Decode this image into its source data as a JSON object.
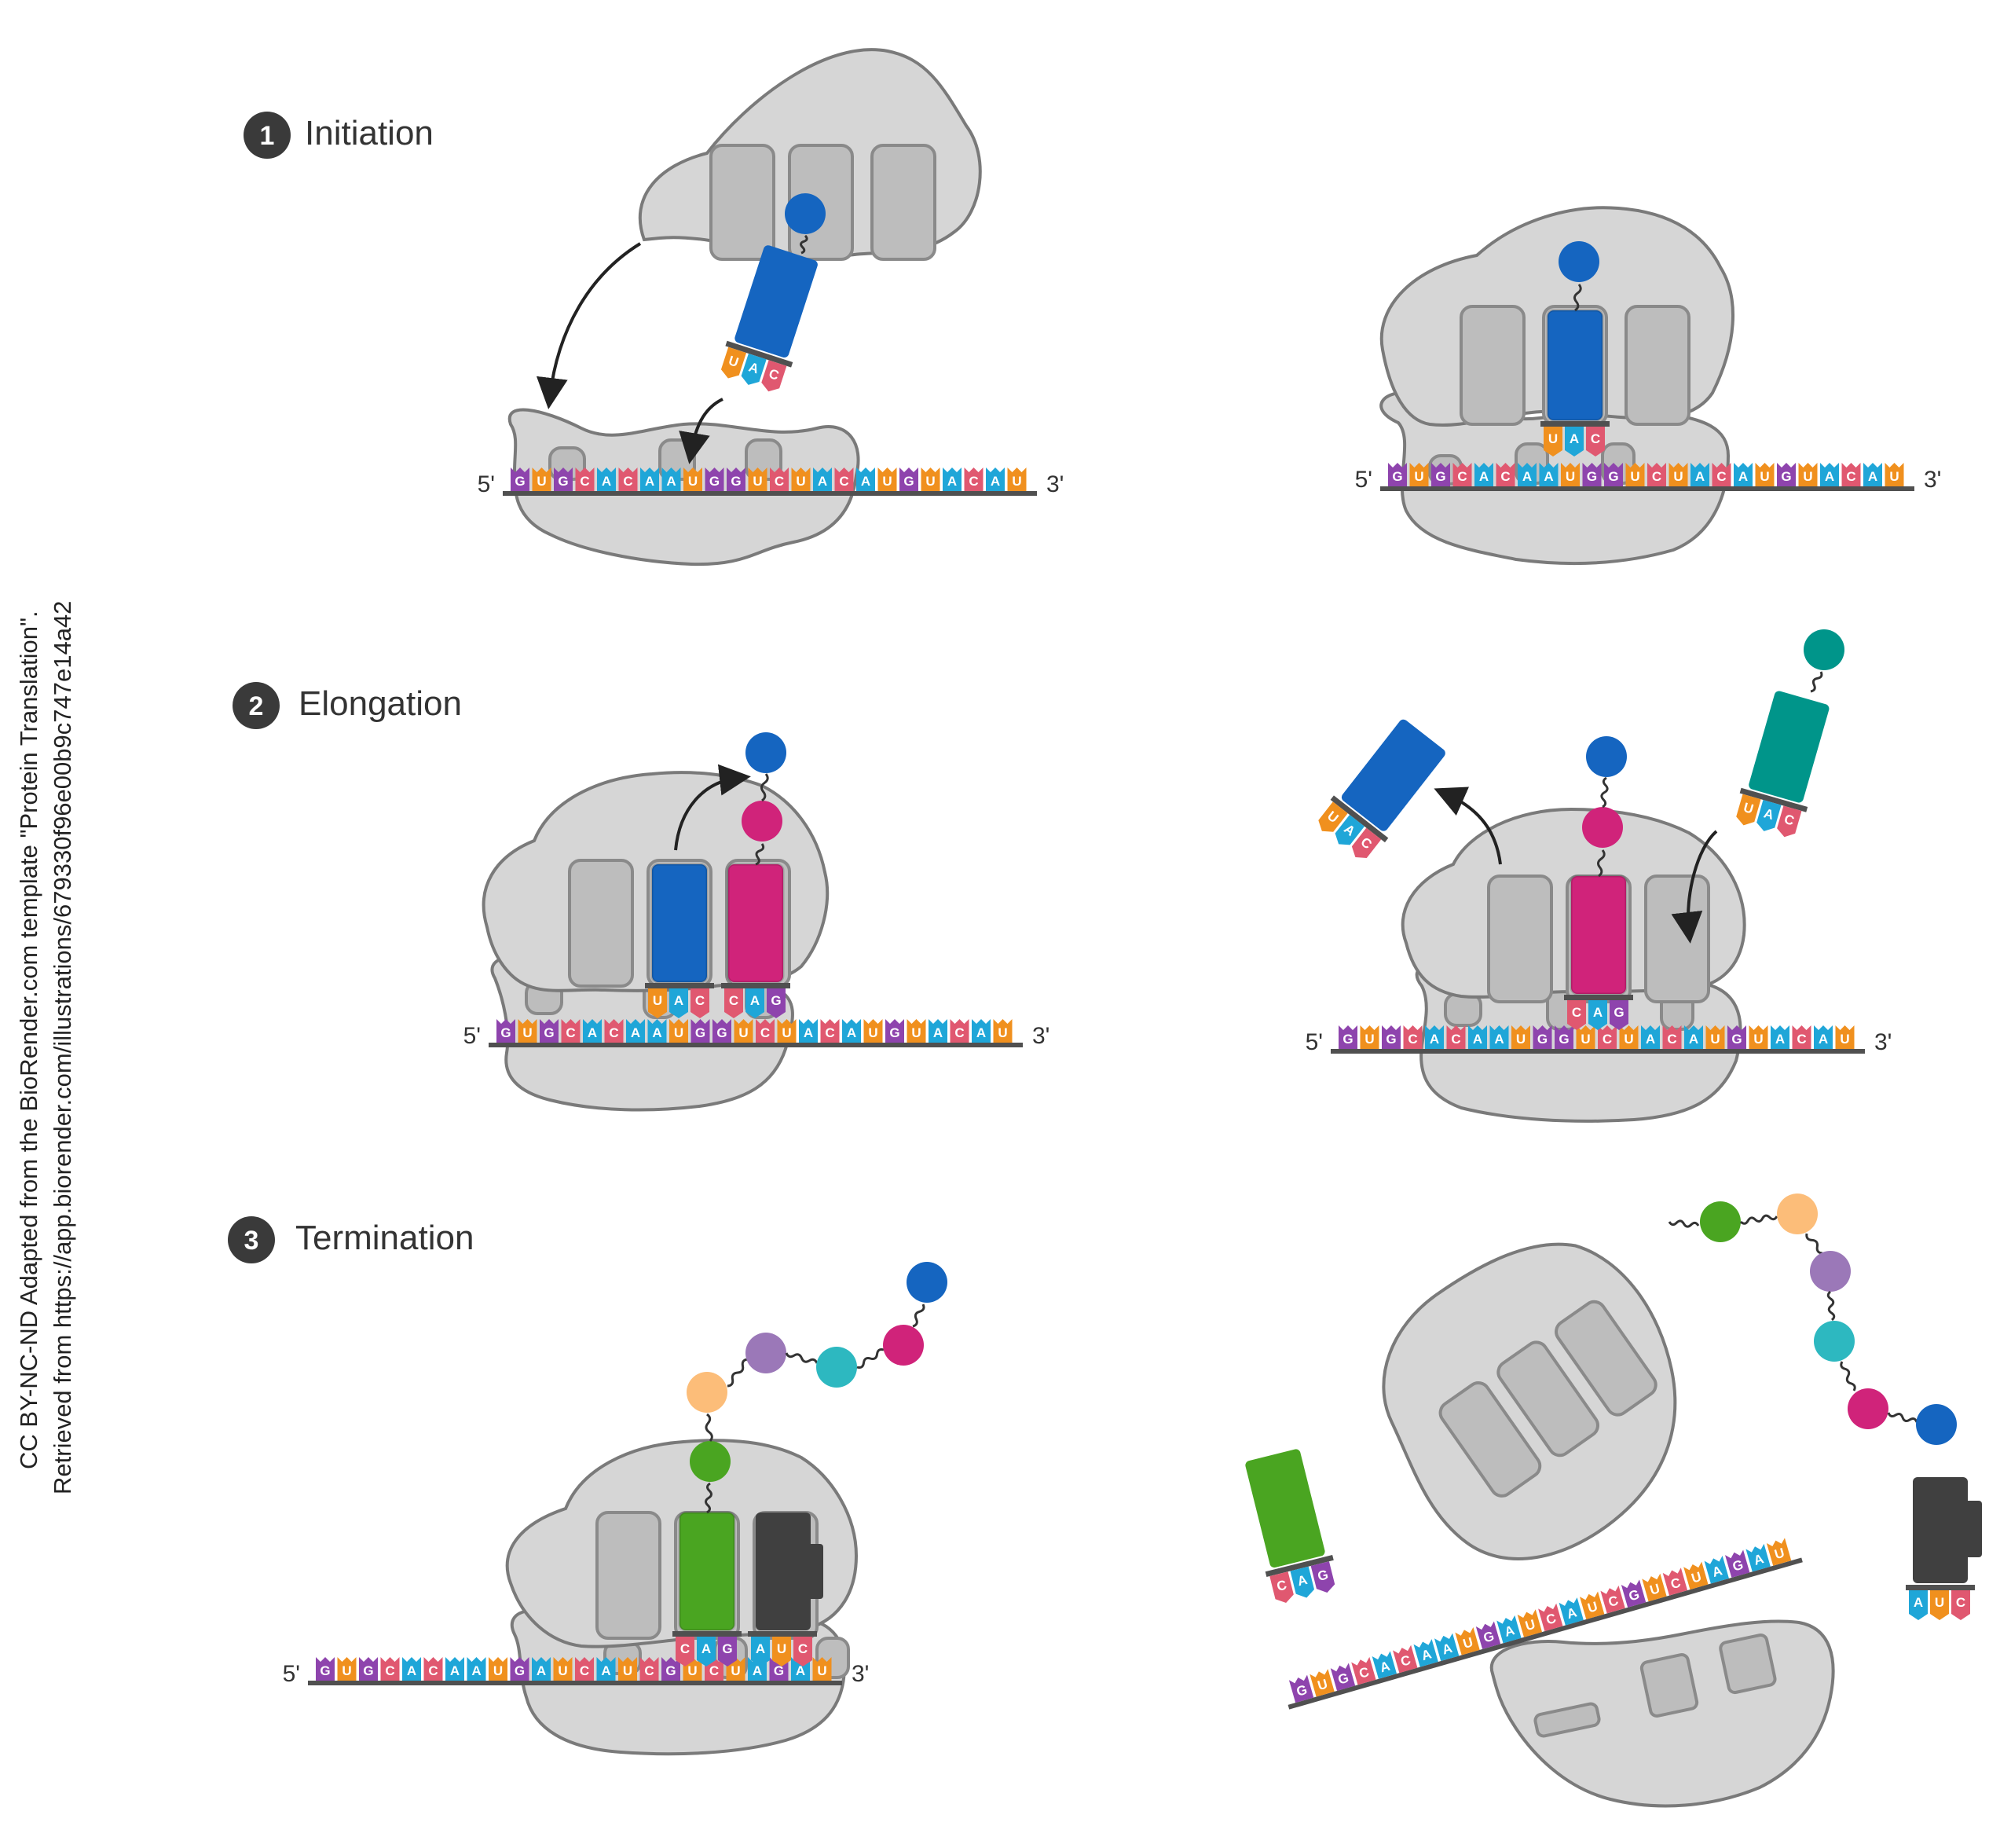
{
  "credit": {
    "line1": "CC BY-NC-ND Adapted from the BioRender.com template \"Protein Translation\".",
    "line2": "Retrieved from https://app.biorender.com/illustrations/679330f96e00b9c747e14a42"
  },
  "steps": [
    {
      "num": "1",
      "title": "Initiation"
    },
    {
      "num": "2",
      "title": "Elongation"
    },
    {
      "num": "3",
      "title": "Termination"
    }
  ],
  "ends": {
    "five": "5'",
    "three": "3'"
  },
  "mrna": {
    "standard": "GUGCACAAUGGUCUACAUGUACAU",
    "termination": "GUGCACAAUGAUCAUCGUCUAGAU"
  },
  "anticodons": {
    "met": "UAC",
    "gln": "CAG",
    "stop": "AUC"
  },
  "nucleotide_colors": {
    "G": "#8e44ad",
    "U": "#f0901e",
    "C": "#e05870",
    "A": "#1fa6d8"
  },
  "colors": {
    "ribosome": "#d6d6d6",
    "ribosome_stroke": "#7a7a7a",
    "site": "#bdbdbd",
    "trna_met": "#1565c0",
    "trna_second": "#d0237a",
    "trna_incoming": "#00958a",
    "trna_term": "#4aa521",
    "release_factor": "#404040",
    "aa_blue": "#1565c0",
    "aa_magenta": "#d0237a",
    "aa_teal": "#2db8c0",
    "aa_purple": "#9b78b8",
    "aa_peach": "#fcbd79",
    "aa_green": "#4aa521"
  },
  "icons": [
    "arrow-icon",
    "amino-acid-icon",
    "trna-icon",
    "release-factor-icon",
    "ribosome-icon"
  ]
}
